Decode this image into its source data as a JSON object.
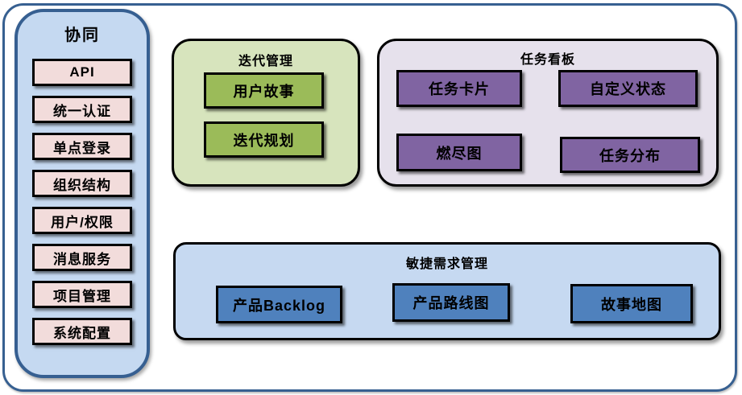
{
  "sidebar": {
    "title": "协同",
    "items": [
      "API",
      "统一认证",
      "单点登录",
      "组织结构",
      "用户/权限",
      "消息服务",
      "项目管理",
      "系统配置"
    ]
  },
  "iteration_section": {
    "title": "迭代管理",
    "items": [
      "用户故事",
      "迭代规划"
    ]
  },
  "kanban_section": {
    "title": "任务看板",
    "items": [
      "任务卡片",
      "自定义状态",
      "燃尽图",
      "任务分布"
    ]
  },
  "agile_section": {
    "title": "敏捷需求管理",
    "items": [
      "产品Backlog",
      "产品路线图",
      "故事地图"
    ]
  },
  "colors": {
    "frame_border": "#376091",
    "sidebar_fill": "#C5D9F1",
    "sidebar_border": "#365F91",
    "pink_box": "#F2DCDB",
    "green_section": "#D7E4BD",
    "green_box": "#9BBB59",
    "purple_section": "#E6E1EC",
    "purple_box": "#8064A2",
    "blue_section": "#C6D9F1",
    "blue_box": "#4F81BD",
    "box_border": "#000000",
    "text": "#000000"
  }
}
